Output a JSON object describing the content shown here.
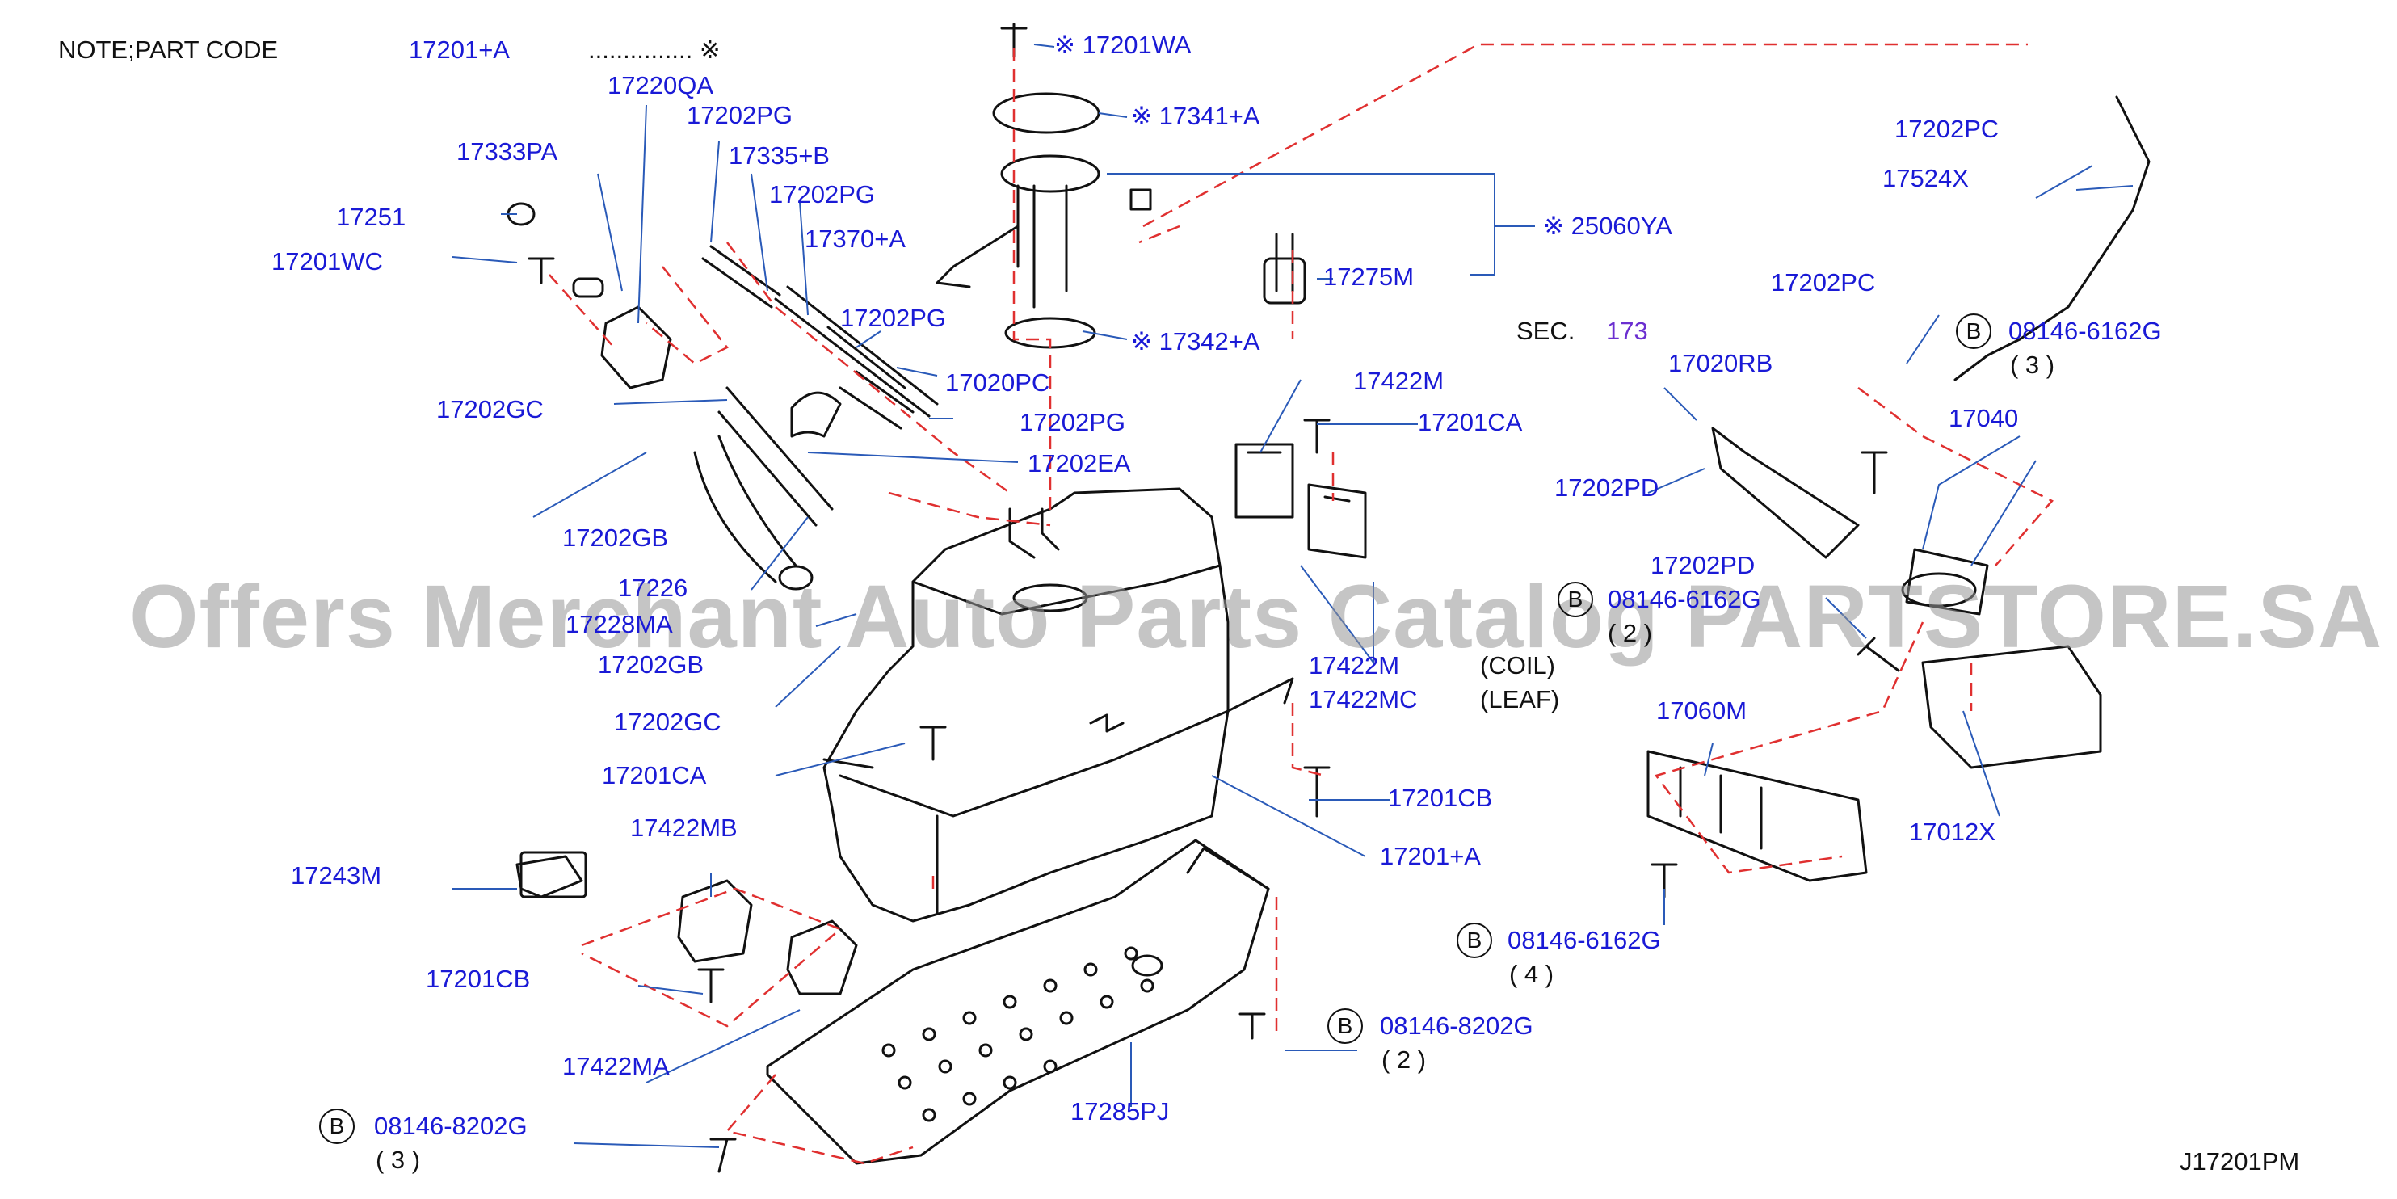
{
  "note": {
    "text": "NOTE;PART   CODE",
    "code": "17201+A",
    "mark": "............... ※"
  },
  "diagram_id": "J17201PM",
  "section_ref": {
    "prefix": "SEC.",
    "number": "173"
  },
  "suspension_types": {
    "coil": "(COIL)",
    "leaf": "(LEAF)"
  },
  "watermark": "Offers Merchant Auto Parts Catalog PARTSTORE.SA",
  "labels": {
    "p17220QA": "17220QA",
    "p17202PG_a": "17202PG",
    "p17335B": "17335+B",
    "p17202PG_b": "17202PG",
    "p17370A": "17370+A",
    "p17202PG_c": "17202PG",
    "p17020PC": "17020PC",
    "p17202PG_d": "17202PG",
    "p17202EA": "17202EA",
    "p17333PA": "17333PA",
    "p17251": "17251",
    "p17201WC": "17201WC",
    "p17202GC_a": "17202GC",
    "p17202GB_a": "17202GB",
    "p17226": "17226",
    "p17228MA": "17228MA",
    "p17202GB_b": "17202GB",
    "p17202GC_b": "17202GC",
    "p17201CA_a": "17201CA",
    "p17201WA": "※ 17201WA",
    "p17341A": "※ 17341+A",
    "p25060YA": "※ 25060YA",
    "p17275M": "17275M",
    "p17342A": "※ 17342+A",
    "p17422M_a": "17422M",
    "p17201CA_b": "17201CA",
    "p17422M_b": "17422M",
    "p17422MC": "17422MC",
    "p17201CB_a": "17201CB",
    "p17201A": "17201+A",
    "p17202PC_a": "17202PC",
    "p17524X": "17524X",
    "p17202PC_b": "17202PC",
    "p17020RB": "17020RB",
    "p17202PD_a": "17202PD",
    "p17202PD_b": "17202PD",
    "p17040": "17040",
    "p08146_6162G_a": "08146-6162G",
    "p08146_6162G_a_qty": "( 3 )",
    "p08146_6162G_b": "08146-6162G",
    "p08146_6162G_b_qty": "( 2 )",
    "p17060M": "17060M",
    "p17012X": "17012X",
    "p08146_6162G_c": "08146-6162G",
    "p08146_6162G_c_qty": "( 4 )",
    "p08146_8202G_a": "08146-8202G",
    "p08146_8202G_a_qty": "( 2 )",
    "p17243M": "17243M",
    "p17422MB": "17422MB",
    "p17201CB_b": "17201CB",
    "p17422MA": "17422MA",
    "p17285PJ": "17285PJ",
    "p08146_8202G_b": "08146-8202G",
    "p08146_8202G_b_qty": "( 3 )"
  },
  "bolt_marker": "B",
  "colors": {
    "label": "#1a1ad6",
    "leader": "#2a5ab8",
    "dash": "#e03030",
    "line": "#111111",
    "watermark": "#969696"
  }
}
